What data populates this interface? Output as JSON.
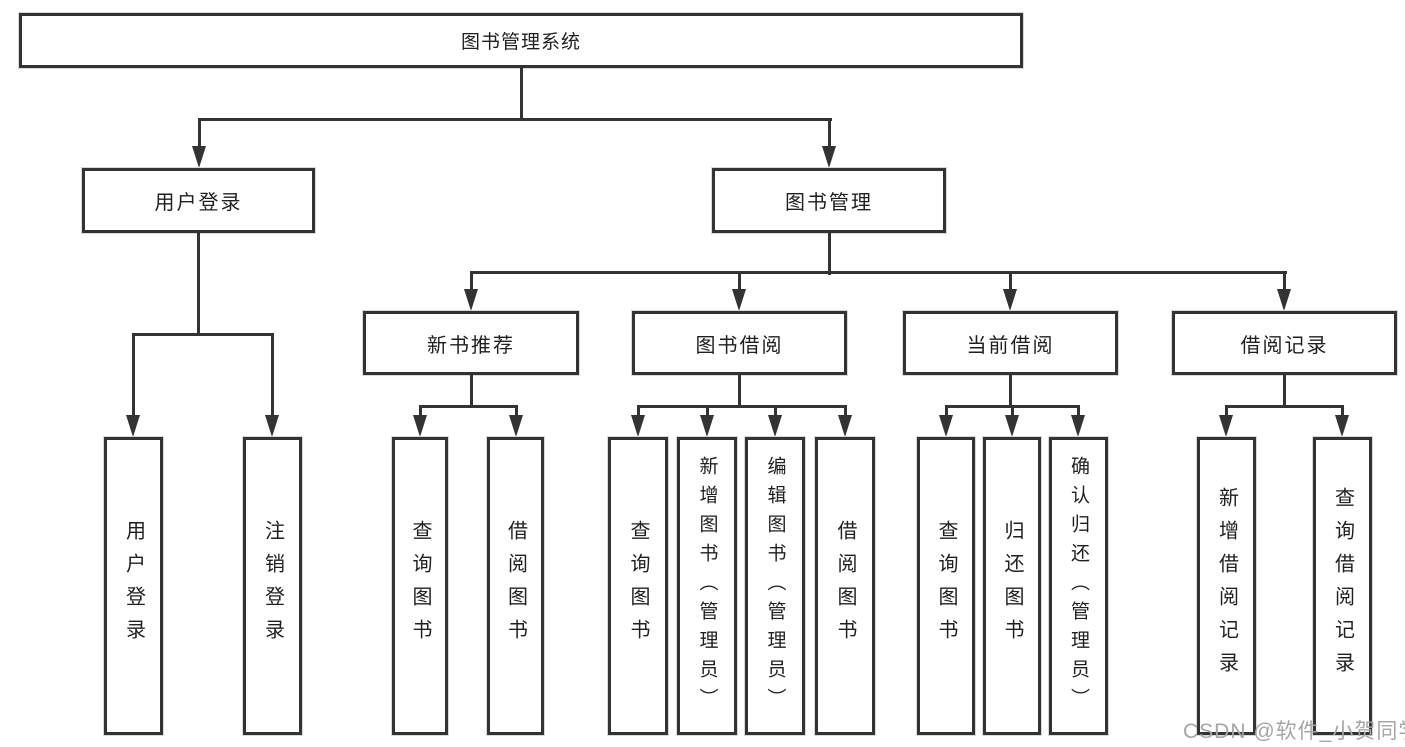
{
  "diagram": {
    "title_node": {
      "label": "图书管理系统"
    },
    "level2": [
      {
        "label": "用户登录"
      },
      {
        "label": "图书管理"
      }
    ],
    "level3": [
      {
        "label": "新书推荐"
      },
      {
        "label": "图书借阅"
      },
      {
        "label": "当前借阅"
      },
      {
        "label": "借阅记录"
      }
    ],
    "leaves": {
      "login": [
        {
          "label": "用户登录"
        },
        {
          "label": "注销登录"
        }
      ],
      "recommend": [
        {
          "label": "查询图书"
        },
        {
          "label": "借阅图书"
        }
      ],
      "borrow": [
        {
          "label": "查询图书"
        },
        {
          "label": "新增图书（管理员）"
        },
        {
          "label": "编辑图书（管理员）"
        },
        {
          "label": "借阅图书"
        }
      ],
      "current": [
        {
          "label": "查询图书"
        },
        {
          "label": "归还图书"
        },
        {
          "label": "确认归还（管理员）"
        }
      ],
      "records": [
        {
          "label": "新增借阅记录"
        },
        {
          "label": "查询借阅记录"
        }
      ]
    },
    "colors": {
      "line": "#333333",
      "text": "#1f1f1f",
      "watermark": "#a6a6a6"
    },
    "watermark": "CSDN @软件_小贺同学"
  }
}
